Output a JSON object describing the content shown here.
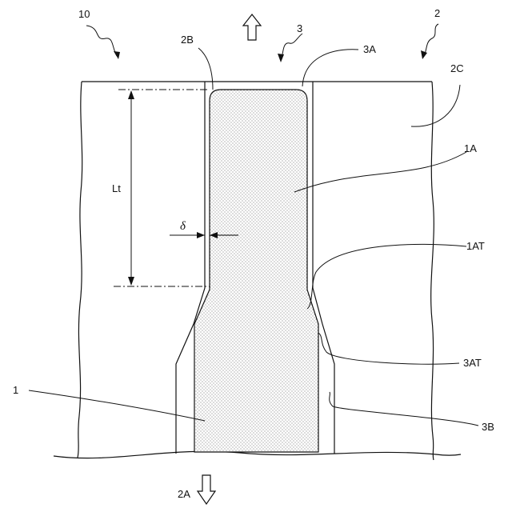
{
  "figure": {
    "labels": {
      "assembly": "10",
      "body": "2",
      "body_inner_wall": "2B",
      "body_outer_face": "2C",
      "hole": "3",
      "hole_edge": "3A",
      "member_tip_region": "1A",
      "member_taper": "1AT",
      "hole_taper": "3AT",
      "hole_lower_wall": "3B",
      "member": "1",
      "length": "Lt",
      "gap": "δ",
      "downward_direction": "2A"
    },
    "colors": {
      "line": "#111111",
      "stipple_fill": "#9a9a9a",
      "background": "#ffffff"
    }
  }
}
